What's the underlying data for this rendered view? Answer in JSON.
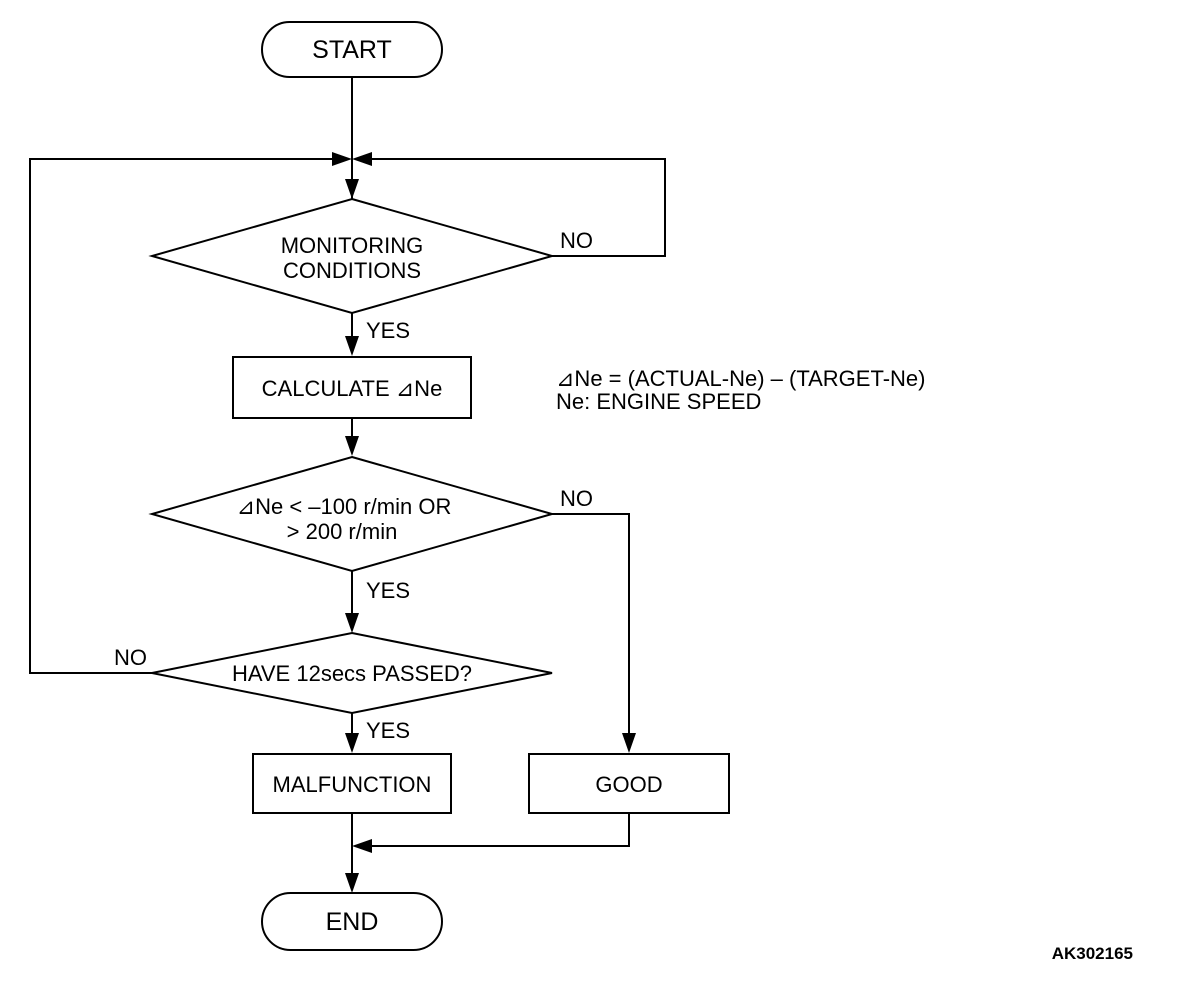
{
  "nodes": {
    "start": "START",
    "monitoring_line1": "MONITORING",
    "monitoring_line2": "CONDITIONS",
    "calculate": "CALCULATE  ⊿Ne",
    "delta_line1": "⊿Ne < –100 r/min OR",
    "delta_line2": "> 200 r/min",
    "passed": "HAVE 12secs PASSED?",
    "malfunction": "MALFUNCTION",
    "good": "GOOD",
    "end": "END"
  },
  "branch_labels": {
    "monitoring_no": "NO",
    "monitoring_yes": "YES",
    "delta_no": "NO",
    "delta_yes": "YES",
    "passed_no": "NO",
    "passed_yes": "YES"
  },
  "notes": {
    "formula": "⊿Ne = (ACTUAL-Ne) – (TARGET-Ne)",
    "definition": "Ne: ENGINE SPEED"
  },
  "figure_code": "AK302165"
}
